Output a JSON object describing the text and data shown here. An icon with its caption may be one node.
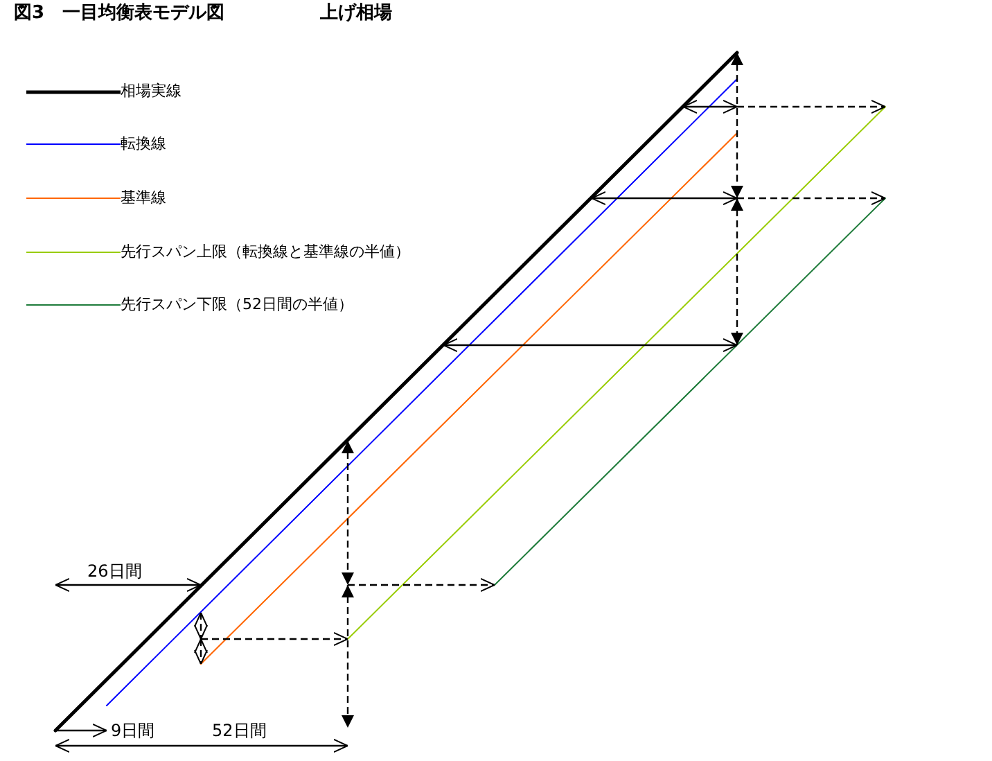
{
  "diagram": {
    "title": "図3　一目均衡表モデル図",
    "labels": [
      "上げ相場",
      "26日間",
      "9日間",
      "52日間"
    ],
    "legend": [
      {
        "text": "相場実線"
      },
      {
        "text": "転換線"
      },
      {
        "text": "基準線"
      },
      {
        "text": "先行スパン上限（転換線と基準線の半値）"
      },
      {
        "text": "先行スパン下限（52日間の半値）"
      }
    ]
  }
}
